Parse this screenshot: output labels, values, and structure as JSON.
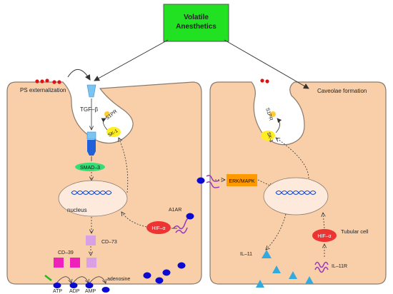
{
  "title": {
    "line1": "Volatile",
    "line2": "Anesthetics"
  },
  "left_cell": {
    "ps_externalization": "PS externalization",
    "tgf_beta": "TGF–β",
    "s1pr": "S1PR",
    "sk1": "SK-1",
    "smad3": "SMAD–3",
    "nucleus": "nucleus",
    "a1ar": "A1AR",
    "hif": "HIF–α",
    "cd73": "CD–73",
    "cd39": "CD–39",
    "atp": "ATP",
    "adp": "ADP",
    "amp": "AMP",
    "adenosine": "adenosine"
  },
  "right_cell": {
    "caveolae": "Caveolae formation",
    "s1pr": "S1PR",
    "sk1": "SK-1",
    "erk": "ERK/MAPK",
    "il11": "IL–11",
    "hif": "HIF–α",
    "il11r": "IL–11R",
    "tubular_cell": "Tubular cell"
  },
  "colors": {
    "cell_fill": "#f9cfaa",
    "cell_stroke": "#8a7a6c",
    "anesthetic_fill": "#22e022",
    "smad_fill": "#33dd77",
    "sk_fill": "#ffee22",
    "hif_fill": "#ee3333",
    "erk_fill": "#ff9900",
    "cd39_fill": "#ee22bb",
    "cd73_fill": "#d9a0e6",
    "adenosine_fill": "#0a0ad0",
    "il11_fill": "#33aadd",
    "receptor_blue": "#2f8fe8",
    "receptor_light": "#7cc4f0",
    "dna": "#1a4fd0",
    "red_dots": "#dd1111"
  }
}
